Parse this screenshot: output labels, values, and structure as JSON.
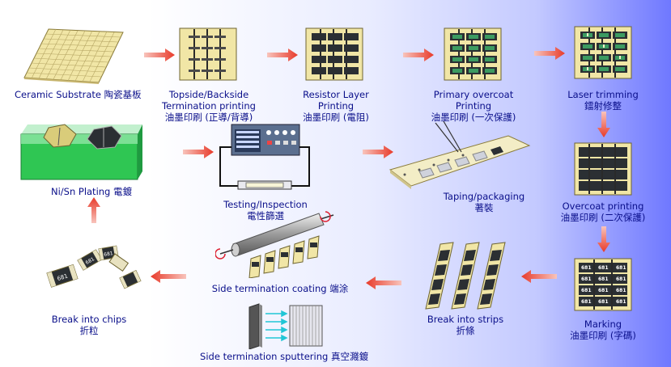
{
  "steps": {
    "ceramic": {
      "en": "Ceramic Substrate",
      "zh": "陶瓷基板"
    },
    "termination": {
      "l1": "Topside/Backside",
      "l2": "Termination printing",
      "l3": "油墨印刷 (正導/背導)"
    },
    "resistor": {
      "l1": "Resistor Layer",
      "l2": "Printing",
      "l3": "油墨印刷 (電阻)"
    },
    "primary": {
      "l1": "Primary overcoat",
      "l2": "Printing",
      "l3": "油墨印刷 (一次保護)"
    },
    "laser": {
      "l1": "Laser trimming",
      "l2": "鐳射修整"
    },
    "overcoat": {
      "l1": "Overcoat printing",
      "l2": "油墨印刷 (二次保護)"
    },
    "marking": {
      "l1": "Marking",
      "l2": "油墨印刷 (字碼)"
    },
    "strips": {
      "l1": "Break into strips",
      "l2": "折條"
    },
    "sidecoat": {
      "en": "Side termination coating",
      "zh": "端涂"
    },
    "sputter": {
      "en": "Side termination sputtering",
      "zh": "真空濺鍍"
    },
    "chips": {
      "l1": "Break into chips",
      "l2": "折粒"
    },
    "plating": {
      "en": "Ni/Sn Plating",
      "zh": "電鍍"
    },
    "testing": {
      "l1": "Testing/Inspection",
      "l2": "電性篩選"
    },
    "taping": {
      "l1": "Taping/packaging",
      "l2": "著裝"
    }
  },
  "marks": {
    "code": "681"
  },
  "colors": {
    "arrow": "#e83a2a",
    "label": "#0a0f8a",
    "substrate": "#f1e6a6",
    "resist": "#2b2f33",
    "overcoat": "#3fae6a",
    "plating_bath": "#2fc653"
  }
}
